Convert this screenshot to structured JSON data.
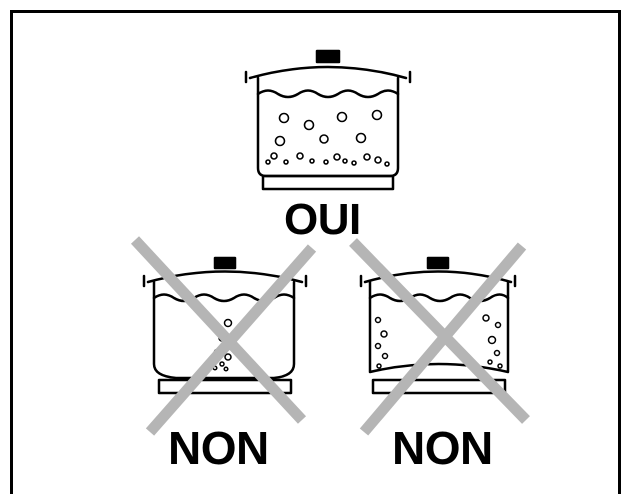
{
  "labels": {
    "correct": "OUI",
    "wrong_left": "NON",
    "wrong_right": "NON"
  },
  "colors": {
    "ink": "#000000",
    "cross": "#b5b5b5",
    "background": "#ffffff"
  }
}
